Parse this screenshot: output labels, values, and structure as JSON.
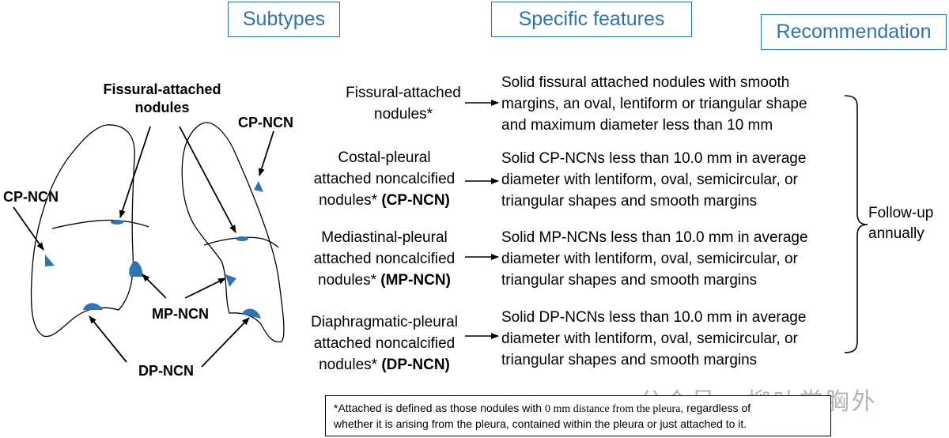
{
  "headers": {
    "subtypes": "Subtypes",
    "features": "Specific features",
    "recommendation": "Recommendation"
  },
  "diagram_labels": {
    "fissural_line1": "Fissural-attached",
    "fissural_line2": "nodules",
    "cp_left": "CP-NCN",
    "cp_right": "CP-NCN",
    "mp": "MP-NCN",
    "dp": "DP-NCN"
  },
  "rows": [
    {
      "subtype_lines": [
        "Fissural-attached",
        "nodules*"
      ],
      "subtype_bold": "",
      "feature_lines": [
        "Solid fissural attached nodules with smooth",
        "margins, an oval, lentiform or triangular shape",
        "and maximum diameter less than 10 mm"
      ]
    },
    {
      "subtype_lines": [
        "Costal-pleural",
        "attached noncalcified",
        "nodules*"
      ],
      "subtype_bold": "(CP-NCN)",
      "feature_lines": [
        "Solid CP-NCNs less than 10.0 mm in average",
        "diameter with lentiform, oval, semicircular, or",
        "triangular shapes and smooth margins"
      ]
    },
    {
      "subtype_lines": [
        "Mediastinal-pleural",
        "attached noncalcified",
        "nodules*"
      ],
      "subtype_bold": "(MP-NCN)",
      "feature_lines": [
        "Solid MP-NCNs less than 10.0 mm in average",
        "diameter with lentiform, oval, semicircular, or",
        "triangular shapes and smooth margins"
      ]
    },
    {
      "subtype_lines": [
        "Diaphragmatic-pleural",
        "attached noncalcified",
        "nodules*"
      ],
      "subtype_bold": "(DP-NCN)",
      "feature_lines": [
        "Solid DP-NCNs less than 10.0 mm in average",
        "diameter with lentiform, oval, semicircular, or",
        "triangular shapes and smooth margins"
      ]
    }
  ],
  "recommendation": {
    "line1": "Follow-up",
    "line2": "annually"
  },
  "footnote": {
    "part1": "*Attached is defined as those nodules with ",
    "part2": "0 mm distance from the pleura",
    "part3": ", regardless of",
    "line2": "whether it is arising from the pleura, contained within the pleura or just attached to it."
  },
  "watermark": "公众号 · 柳叶堂胸外",
  "colors": {
    "header_blue": "#2e74b5",
    "nodule_blue": "#2e75b6",
    "watermark_gray": "#b5b5b5"
  }
}
